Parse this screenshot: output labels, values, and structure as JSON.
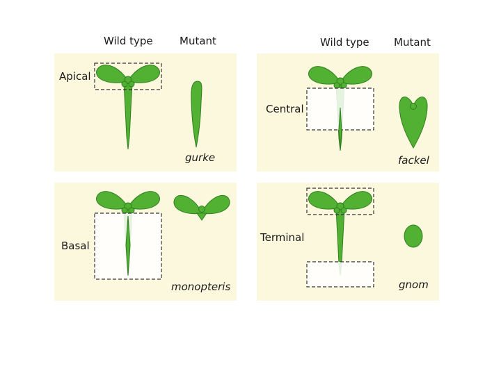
{
  "headers": {
    "left": {
      "wild_type": "Wild type",
      "mutant": "Mutant"
    },
    "right": {
      "wild_type": "Wild type",
      "mutant": "Mutant"
    }
  },
  "panels": {
    "apical": {
      "region": "Apical",
      "mutant": "gurke"
    },
    "central": {
      "region": "Central",
      "mutant": "fackel"
    },
    "basal": {
      "region": "Basal",
      "mutant": "monopteris"
    },
    "terminal": {
      "region": "Terminal",
      "mutant": "gnom"
    }
  },
  "colors": {
    "panel_bg": "#fbf8dd",
    "seedling_fill": "#52b033",
    "seedling_stroke": "#2f7f1f"
  }
}
